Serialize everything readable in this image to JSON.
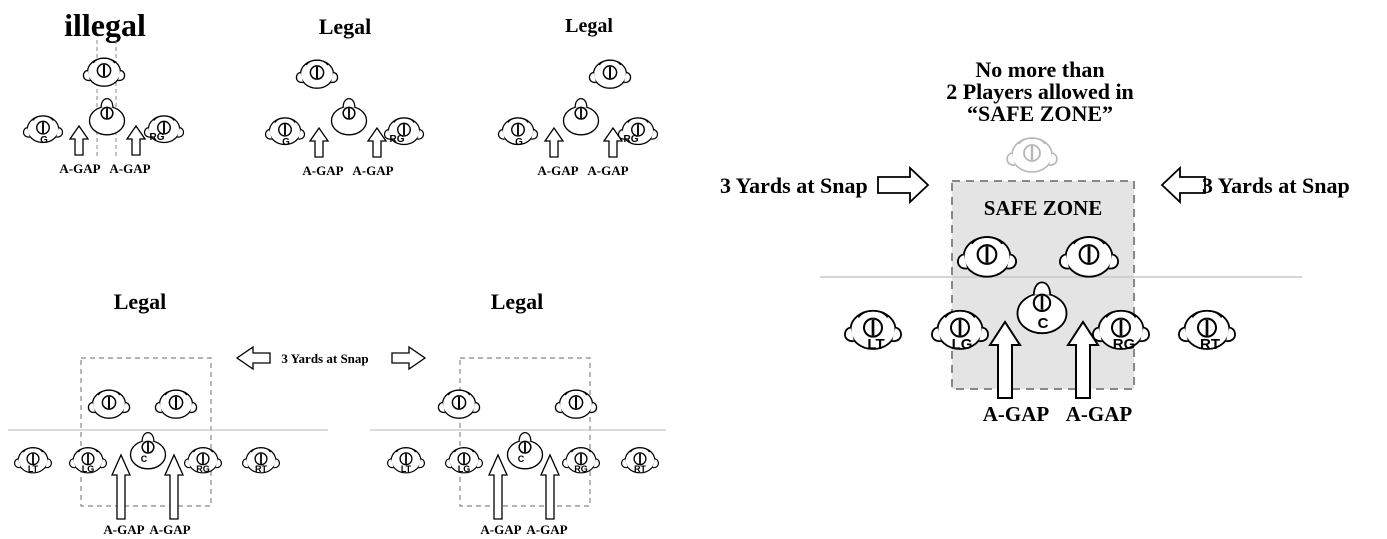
{
  "panels": {
    "p1": {
      "title": "illegal",
      "gap_left": "A-GAP",
      "gap_right": "A-GAP"
    },
    "p2": {
      "title": "Legal",
      "gap_left": "A-GAP",
      "gap_right": "A-GAP"
    },
    "p3": {
      "title": "Legal",
      "gap_left": "A-GAP",
      "gap_right": "A-GAP"
    },
    "p4": {
      "title": "Legal",
      "gap_left": "A-GAP",
      "gap_right": "A-GAP"
    },
    "p5": {
      "title": "Legal",
      "gap_left": "A-GAP",
      "gap_right": "A-GAP"
    },
    "middle_label": "3 Yards at Snap"
  },
  "main": {
    "note_line1": "No more than",
    "note_line2": "2 Players allowed in",
    "note_line3": "“SAFE ZONE”",
    "left_label": "3 Yards at Snap",
    "right_label": "3 Yards at Snap",
    "zone_label": "SAFE ZONE",
    "gap_left": "A-GAP",
    "gap_right": "A-GAP",
    "players": {
      "lt": "LT",
      "lg": "LG",
      "c": "C",
      "rg": "RG",
      "rt": "RT"
    }
  },
  "small_players": {
    "lt": "LT",
    "lg": "LG",
    "c": "C",
    "rg": "RG",
    "rt": "RT",
    "g": "G"
  },
  "colors": {
    "zone_fill": "#e4e4e4",
    "zone_border": "#888888",
    "line": "#c8c8c8",
    "ghost": "#c4c4c4"
  }
}
